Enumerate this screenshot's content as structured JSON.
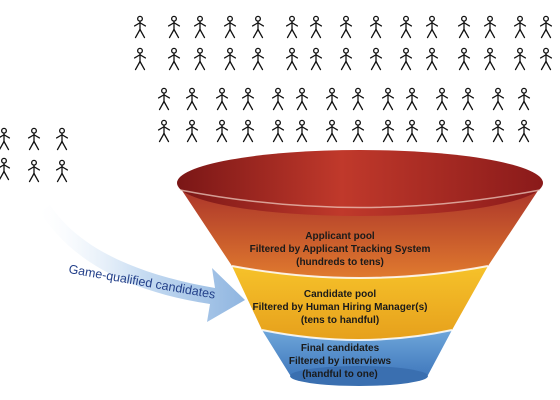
{
  "funnel": {
    "applicant_pool": {
      "line1": "Applicant pool",
      "line2": "Filtered by Applicant Tracking System",
      "line3": "(hundreds to tens)",
      "color_top": "#a12828",
      "color_bottom": "#d66a2c"
    },
    "candidate_pool": {
      "line1": "Candidate pool",
      "line2": "Filtered by Human Hiring Manager(s)",
      "line3": "(tens to handful)",
      "color": "#f0b022"
    },
    "final_candidates": {
      "line1": "Final candidates",
      "line2": "Filtered by interviews",
      "line3": "(handful to one)",
      "color": "#4c86c8"
    }
  },
  "arrow": {
    "label": "Game-qualified candidates",
    "color": "#a9c8ea"
  },
  "icons": {
    "crowd": "stick-figure-person",
    "side_group": "stick-figure-person"
  }
}
